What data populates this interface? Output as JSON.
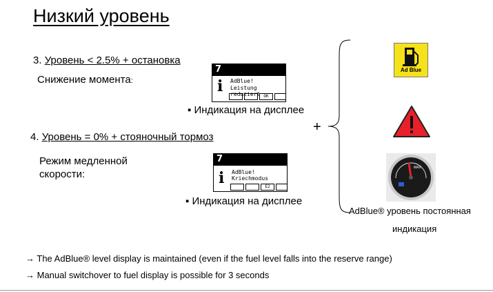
{
  "slide": {
    "title": "Низкий уровень",
    "item3": {
      "num": "3. ",
      "heading": "Уровень < 2.5% + остановка",
      "effect": "Снижение момента",
      "effect_suffix": ":",
      "indication": "▪ Индикация на дисплее"
    },
    "item4": {
      "num": "4. ",
      "heading": "Уровень = 0% + стояночный тормоз",
      "effect_line1": "Режим медленной",
      "effect_line2": "скорости:",
      "indication": "▪ Индикация на дисплее"
    },
    "plus": "+",
    "display1": {
      "gear": "7",
      "line1": "AdBlue!",
      "line2": "Leistung reduziert",
      "key_ok": "OK"
    },
    "display2": {
      "gear": "7",
      "line1": "AdBlue!",
      "line2": "Kriechmodus",
      "key_1": "E2"
    },
    "icons": {
      "adblue_label": "Ad Blue",
      "gauge_label": "MAX"
    },
    "permanent_line1": "AdBlue® уровень постоянная",
    "permanent_line2": "индикация",
    "note1": "→ The AdBlue® level display is maintained (even if the fuel level falls into the reserve range)",
    "note2": "→ Manual switchover to fuel display is possible for 3 seconds"
  },
  "colors": {
    "adblue_yellow": "#f5e21a",
    "warning_red": "#e8202a",
    "gauge_dark": "#1a1a1a"
  }
}
